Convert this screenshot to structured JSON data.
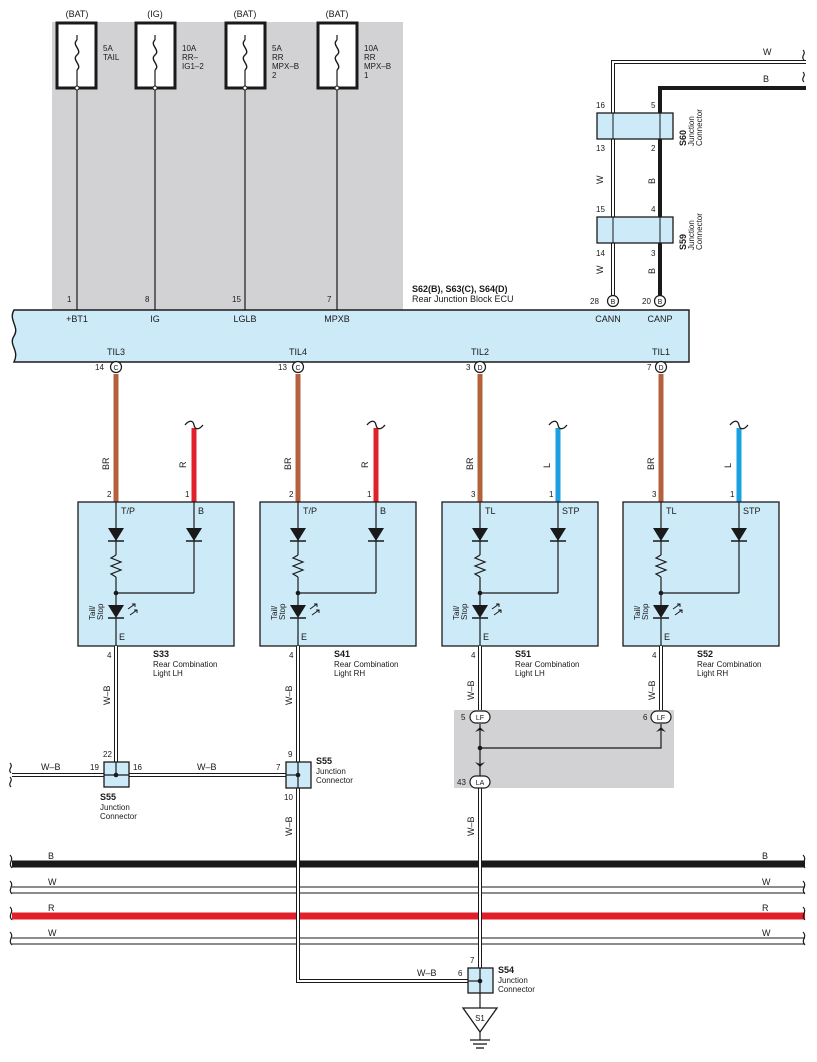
{
  "fuses": [
    {
      "source": "(BAT)",
      "amps": "5A",
      "l1": "TAIL",
      "l2": "",
      "l3": "",
      "pin": "1",
      "term": "+BT1"
    },
    {
      "source": "(IG)",
      "amps": "10A",
      "l1": "RR–",
      "l2": "IG1–2",
      "l3": "",
      "pin": "8",
      "term": "IG"
    },
    {
      "source": "(BAT)",
      "amps": "5A",
      "l1": "RR",
      "l2": "MPX–B",
      "l3": "2",
      "pin": "15",
      "term": "LGLB"
    },
    {
      "source": "(BAT)",
      "amps": "10A",
      "l1": "RR",
      "l2": "MPX–B",
      "l3": "1",
      "pin": "7",
      "term": "MPXB"
    }
  ],
  "ecu": {
    "codes": "S62(B), S63(C), S64(D)",
    "name": "Rear Junction Block ECU",
    "cann": {
      "pin": "28",
      "conn": "B",
      "label": "CANN"
    },
    "canp": {
      "pin": "20",
      "conn": "B",
      "label": "CANP"
    },
    "outputs": [
      {
        "label": "TIL3",
        "pin": "14",
        "conn": "C"
      },
      {
        "label": "TIL4",
        "pin": "13",
        "conn": "C"
      },
      {
        "label": "TIL2",
        "pin": "3",
        "conn": "D"
      },
      {
        "label": "TIL1",
        "pin": "7",
        "conn": "D"
      }
    ]
  },
  "can_connectors": [
    {
      "code": "S60",
      "sub1": "Junction",
      "sub2": "Connector",
      "pin_w_top": "16",
      "pin_b_top": "5",
      "pin_w_bot": "13",
      "pin_b_bot": "2"
    },
    {
      "code": "S59",
      "sub1": "Junction",
      "sub2": "Connector",
      "pin_w_top": "15",
      "pin_b_top": "4",
      "pin_w_bot": "14",
      "pin_b_bot": "3"
    }
  ],
  "can_wires": {
    "w": "W",
    "b": "B"
  },
  "lights": [
    {
      "code": "S33",
      "l1": "Rear Combination",
      "l2": "Light LH",
      "pin_a": "2",
      "term_a": "T/P",
      "wire_a": "BR",
      "pin_b": "1",
      "term_b": "B",
      "wire_b": "R",
      "pin_e": "4",
      "term_e": "E",
      "wire_e": "W–B",
      "lamp1": "Tail/",
      "lamp2": "Stop"
    },
    {
      "code": "S41",
      "l1": "Rear Combination",
      "l2": "Light RH",
      "pin_a": "2",
      "term_a": "T/P",
      "wire_a": "BR",
      "pin_b": "1",
      "term_b": "B",
      "wire_b": "R",
      "pin_e": "4",
      "term_e": "E",
      "wire_e": "W–B",
      "lamp1": "Tail/",
      "lamp2": "Stop"
    },
    {
      "code": "S51",
      "l1": "Rear Combination",
      "l2": "Light LH",
      "pin_a": "3",
      "term_a": "TL",
      "wire_a": "BR",
      "pin_b": "1",
      "term_b": "STP",
      "wire_b": "L",
      "pin_e": "4",
      "term_e": "E",
      "wire_e": "W–B",
      "lamp1": "Tail/",
      "lamp2": "Stop"
    },
    {
      "code": "S52",
      "l1": "Rear Combination",
      "l2": "Light RH",
      "pin_a": "3",
      "term_a": "TL",
      "wire_a": "BR",
      "pin_b": "1",
      "term_b": "STP",
      "wire_b": "L",
      "pin_e": "4",
      "term_e": "E",
      "wire_e": "W–B",
      "lamp1": "Tail/",
      "lamp2": "Stop"
    }
  ],
  "junction_s55a": {
    "code": "S55",
    "l1": "Junction",
    "l2": "Connector",
    "pin_top": "22",
    "pin_left": "19",
    "pin_right": "16",
    "wire_left": "W–B",
    "wire_right": "W–B"
  },
  "junction_s55b": {
    "code": "S55",
    "l1": "Junction",
    "l2": "Connector",
    "pin_top": "9",
    "pin_left": "7",
    "pin_bot": "10",
    "wire_bot": "W–B"
  },
  "lf_splice": {
    "pin_left": "5",
    "label_left": "LF",
    "pin_right": "6",
    "label_right": "LF",
    "pin_bot": "43",
    "label_bot": "LA",
    "wire_bot": "W–B"
  },
  "junction_s54": {
    "code": "S54",
    "l1": "Junction",
    "l2": "Connector",
    "pin_top": "7",
    "pin_left": "6",
    "wire_left": "W–B"
  },
  "ground": {
    "label": "S1"
  },
  "bus": [
    {
      "left": "B",
      "right": "B",
      "color": "#1a1a1a"
    },
    {
      "left": "W",
      "right": "W",
      "color": "#ffffff"
    },
    {
      "left": "R",
      "right": "R",
      "color": "#e0202a"
    },
    {
      "left": "W",
      "right": "W",
      "color": "#ffffff"
    }
  ],
  "colors": {
    "panel": "#d2d2d4",
    "component": "#cceaf7",
    "brown": "#b5603c",
    "red": "#e0202a",
    "blue": "#1aa0e0",
    "black": "#1a1a1a"
  }
}
